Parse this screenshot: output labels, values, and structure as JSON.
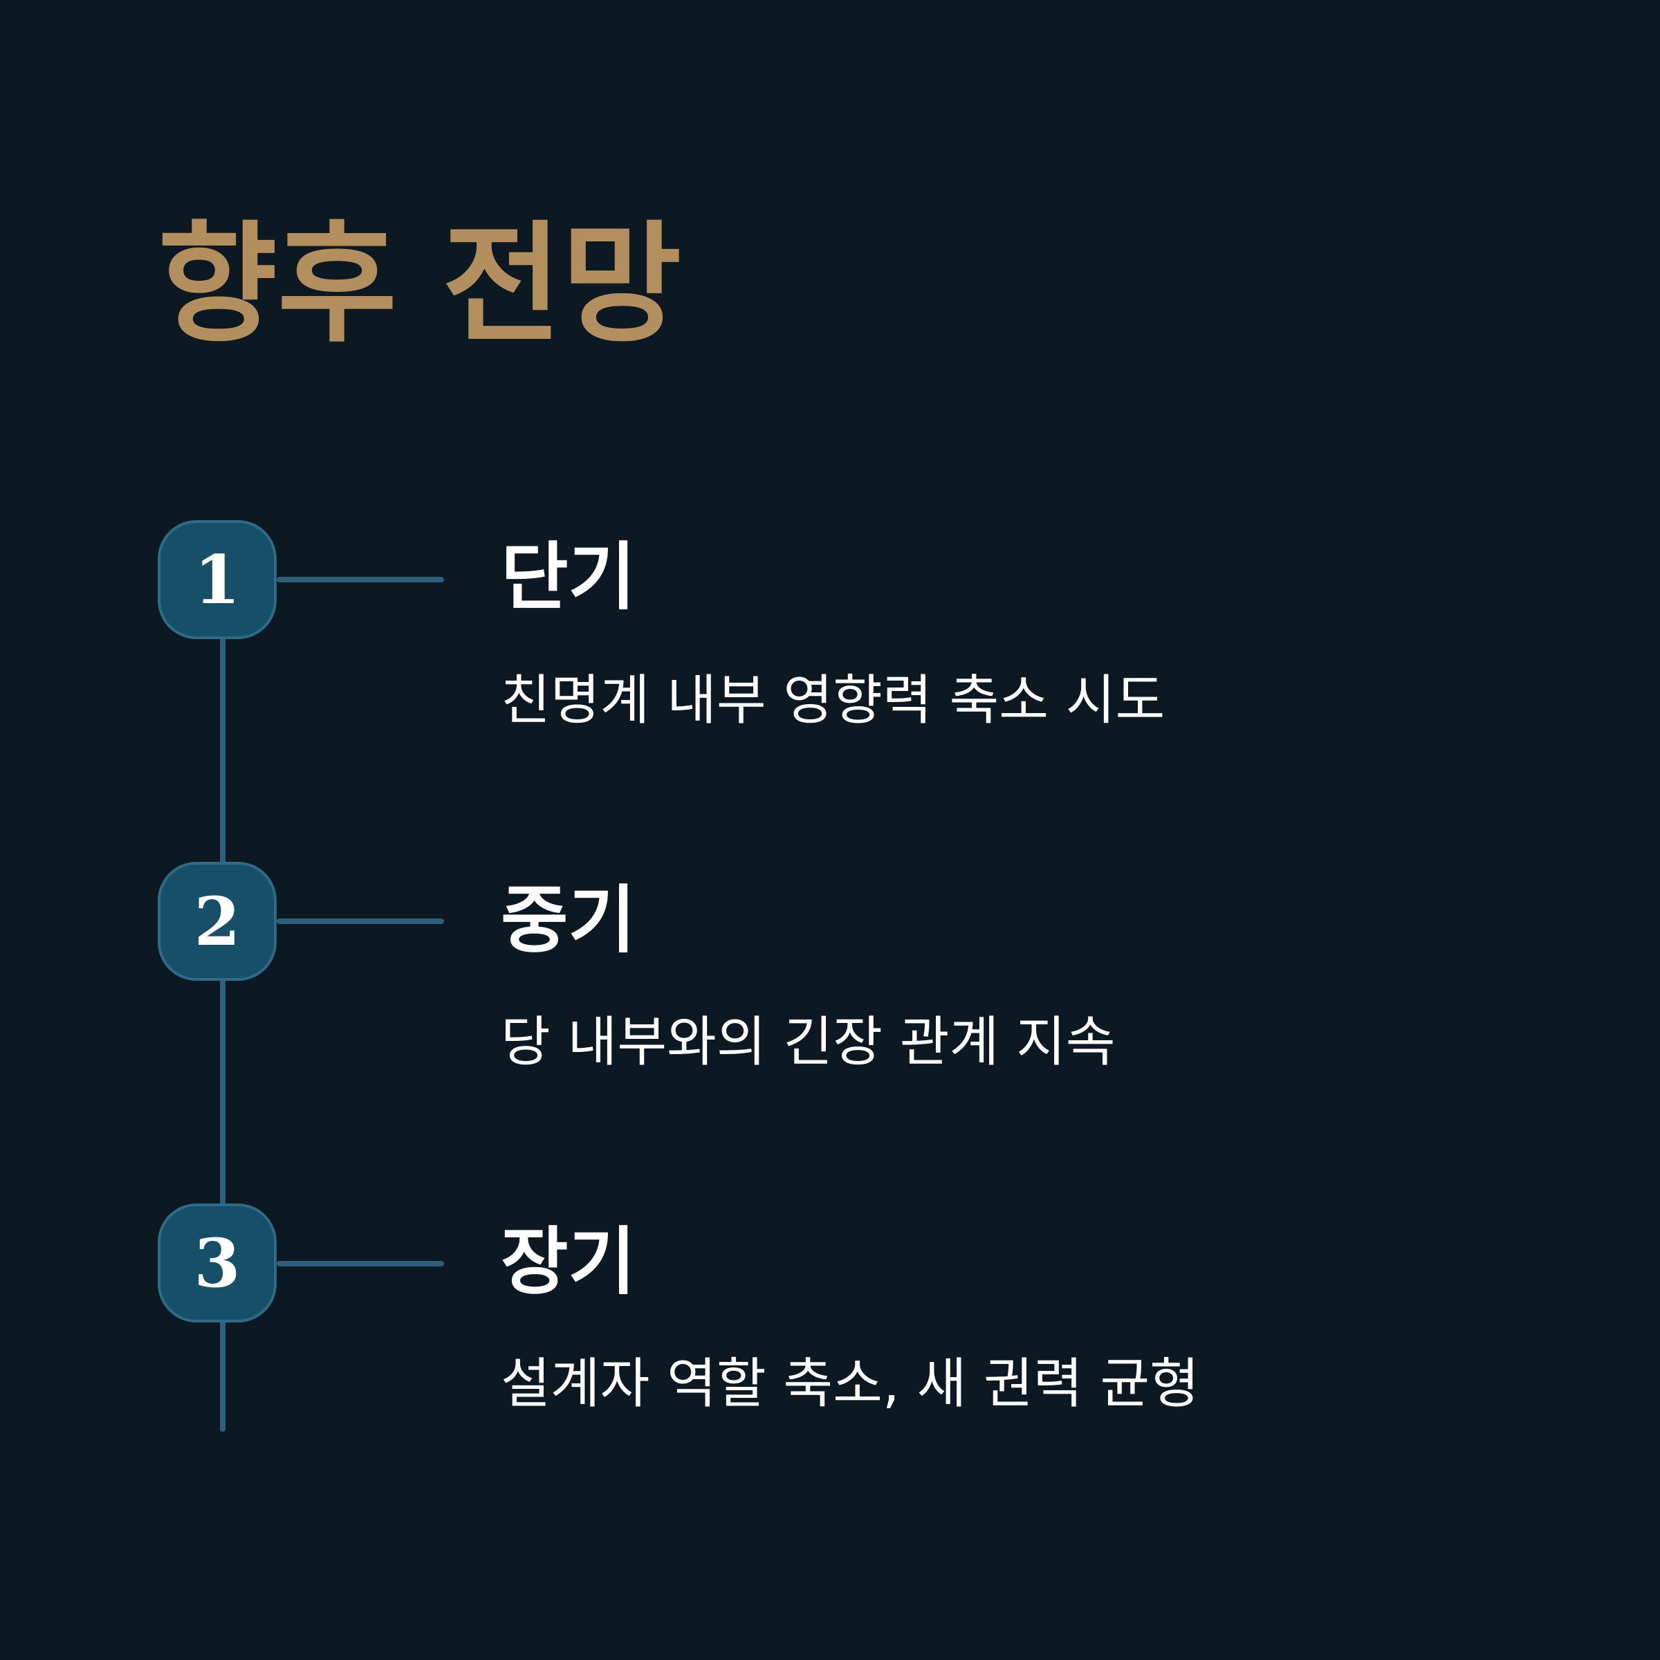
{
  "title": "향후 전망",
  "colors": {
    "background": "#0c1822",
    "title": "#b38f5f",
    "badge_fill": "#184f68",
    "line": "#2f607a",
    "text": "#ffffff"
  },
  "steps": [
    {
      "number": "1",
      "label": "단기",
      "description": "친명계 내부 영향력 축소 시도"
    },
    {
      "number": "2",
      "label": "중기",
      "description": "당 내부와의 긴장 관계 지속"
    },
    {
      "number": "3",
      "label": "장기",
      "description": "설계자 역할 축소, 새 권력 균형"
    }
  ]
}
